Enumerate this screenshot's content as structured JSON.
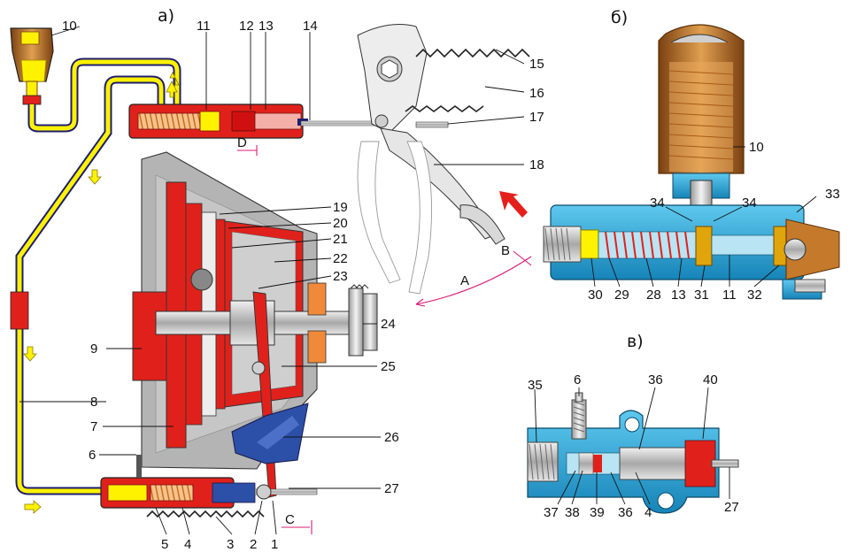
{
  "sections": {
    "a": "а)",
    "b": "б)",
    "c": "в)"
  },
  "labels": {
    "n1": "1",
    "n2": "2",
    "n3": "3",
    "n4": "4",
    "n5": "5",
    "n6": "6",
    "n7": "7",
    "n8": "8",
    "n9": "9",
    "n10": "10",
    "n11": "11",
    "n12": "12",
    "n13": "13",
    "n14": "14",
    "n15": "15",
    "n16": "16",
    "n17": "17",
    "n18": "18",
    "n19": "19",
    "n20": "20",
    "n21": "21",
    "n22": "22",
    "n23": "23",
    "n24": "24",
    "n25": "25",
    "n26": "26",
    "n27": "27",
    "n28": "28",
    "n29": "29",
    "n30": "30",
    "n31": "31",
    "n32": "32",
    "n33": "33",
    "n34": "34",
    "n35": "35",
    "n36": "36",
    "n37": "37",
    "n38": "38",
    "n39": "39",
    "n40": "40"
  },
  "dimensions": {
    "a": "A",
    "b": "B",
    "c": "C",
    "d": "D"
  },
  "colors": {
    "body_red": "#e0211b",
    "housing_grey": "#b4b4b4",
    "fluid_yellow": "#fff200",
    "line_navy": "#1d1d6e",
    "cylinder_blue": "#1aa5d8",
    "reservoir_bronze": "#c47a2a",
    "spring_orange": "#f08a3a",
    "boot_blue": "#2c4fa8",
    "dimension_pink": "#d81b78",
    "arrow_red": "#e5201c"
  }
}
